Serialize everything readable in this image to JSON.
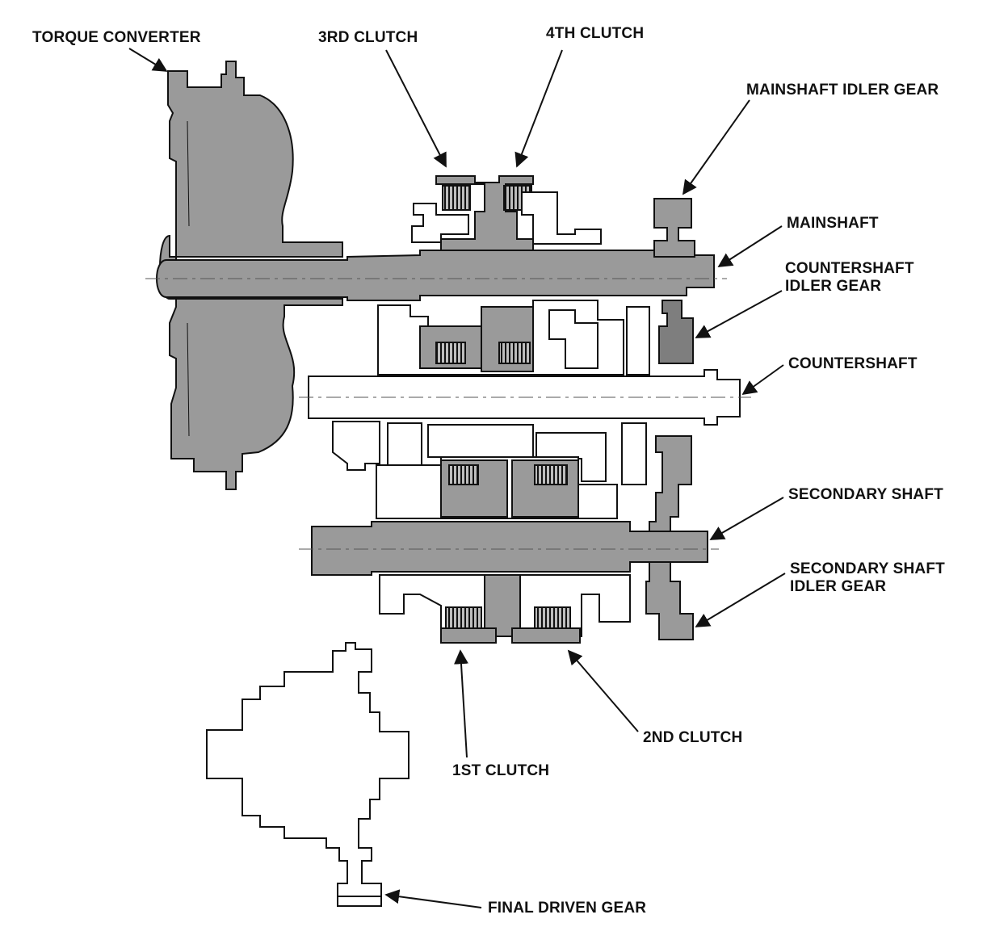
{
  "labels": {
    "torque_converter": "TORQUE CONVERTER",
    "third_clutch": "3RD CLUTCH",
    "fourth_clutch": "4TH CLUTCH",
    "mainshaft_idler_gear": "MAINSHAFT IDLER GEAR",
    "mainshaft": "MAINSHAFT",
    "countershaft_idler_gear": "COUNTERSHAFT\nIDLER GEAR",
    "countershaft": "COUNTERSHAFT",
    "secondary_shaft": "SECONDARY SHAFT",
    "secondary_shaft_idler_gear": "SECONDARY SHAFT\nIDLER GEAR",
    "second_clutch": "2ND CLUTCH",
    "first_clutch": "1ST CLUTCH",
    "final_driven_gear": "FINAL DRIVEN GEAR"
  },
  "colors": {
    "part_fill": "#9a9a9a",
    "part_fill_dark": "#7e7e7e",
    "outline": "#111111",
    "background": "#ffffff"
  }
}
